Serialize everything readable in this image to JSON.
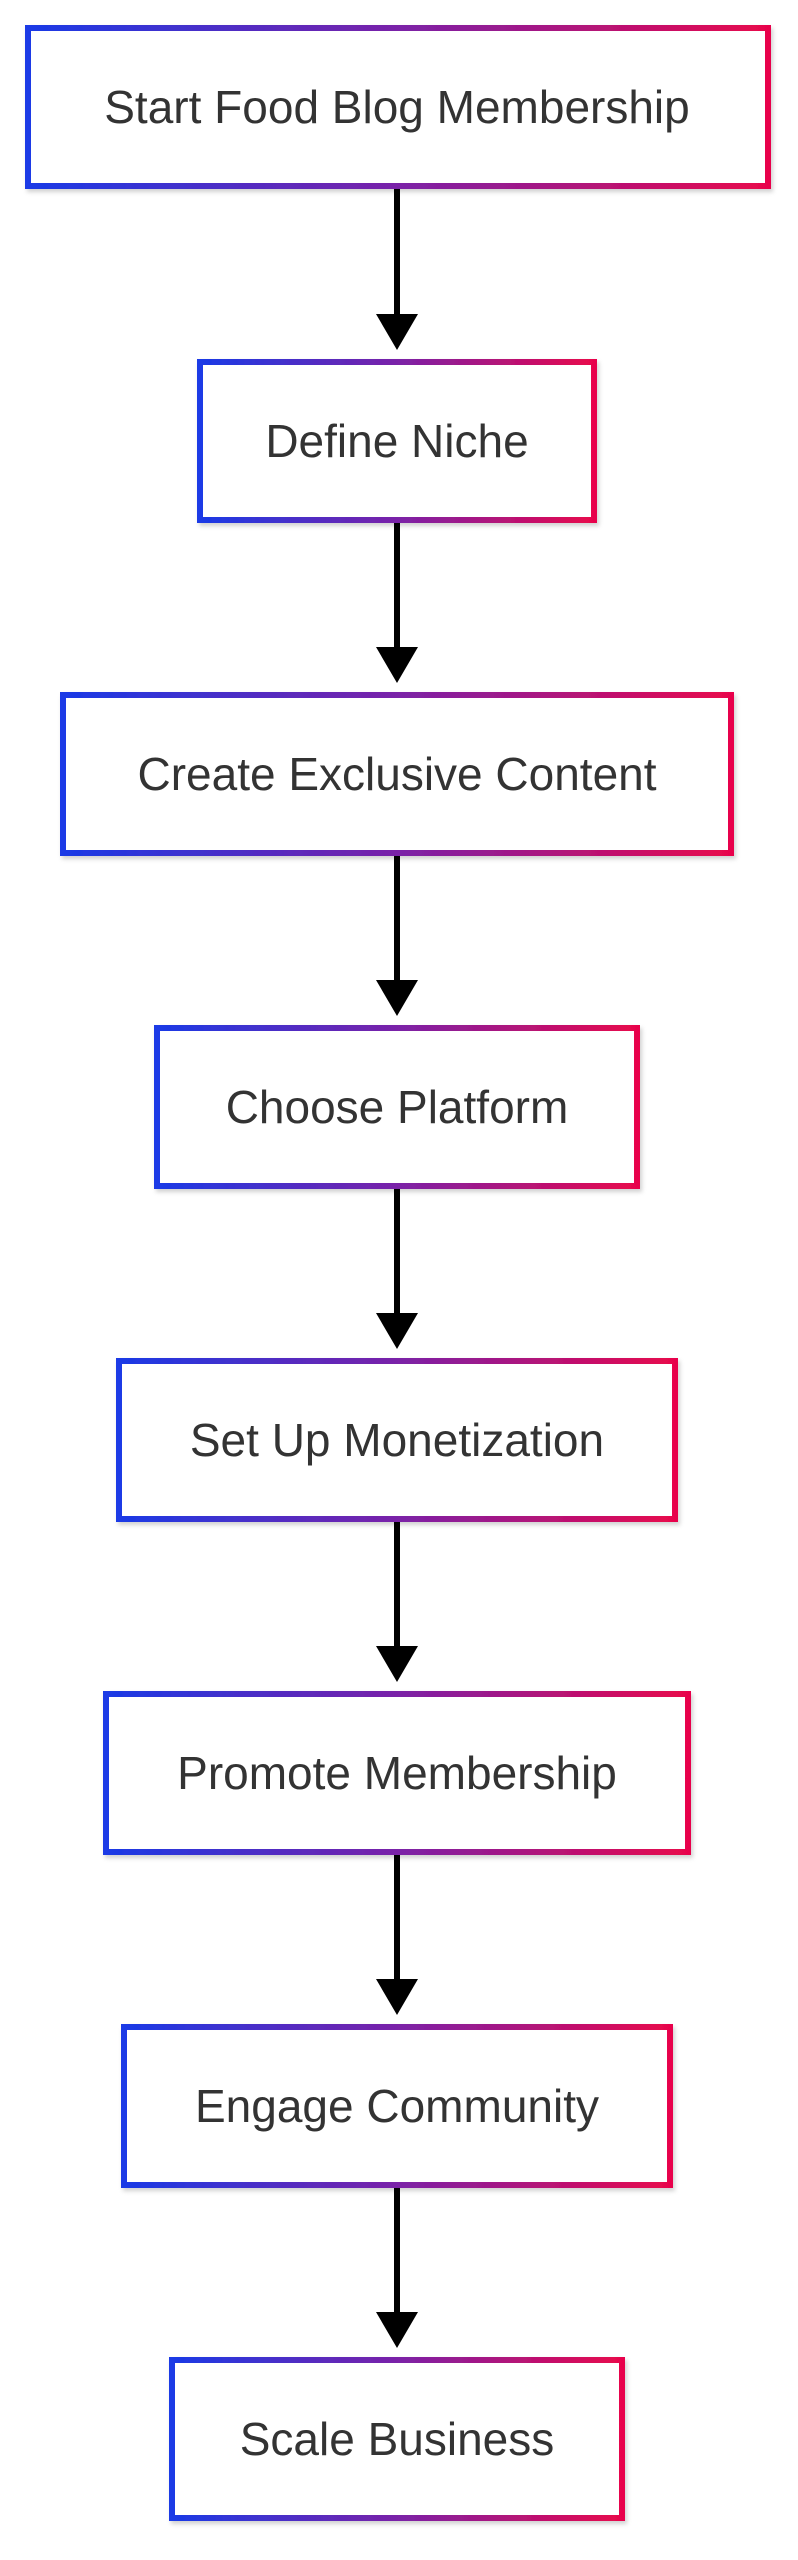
{
  "flowchart": {
    "steps": [
      "Start Food Blog Membership",
      "Define Niche",
      "Create Exclusive Content",
      "Choose Platform",
      "Set Up Monetization",
      "Promote Membership",
      "Engage Community",
      "Scale Business"
    ],
    "colors": {
      "border_start": "#1a3ae6",
      "border_end": "#e8064c",
      "text": "#333333",
      "arrow": "#000000",
      "background": "#ffffff"
    }
  }
}
